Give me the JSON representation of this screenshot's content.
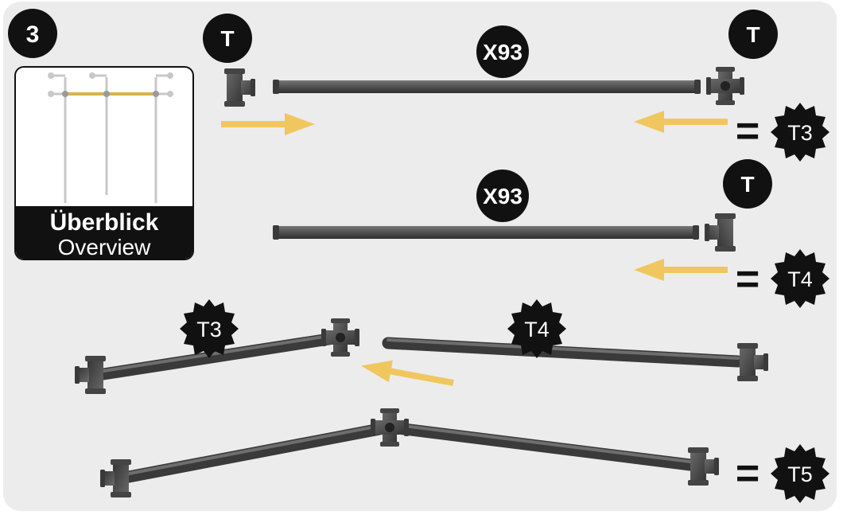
{
  "step": {
    "number": "3"
  },
  "overview": {
    "title": "Überblick",
    "subtitle": "Overview"
  },
  "parts": {
    "fitting_top_left": "T",
    "fitting_top_right": "T",
    "fitting_middle": "T",
    "pipe_top": "X93",
    "pipe_middle": "X93"
  },
  "results": {
    "row1": {
      "equals": "=",
      "badge": "T3"
    },
    "row2": {
      "equals": "=",
      "badge": "T4"
    },
    "row4": {
      "equals": "=",
      "badge": "T5"
    }
  },
  "assembly": {
    "left_badge": "T3",
    "right_badge": "T4"
  },
  "colors": {
    "arrow": "#f0c75e",
    "pipe": "#4a4a4a",
    "badge": "#111111",
    "panel": "#ececec"
  }
}
